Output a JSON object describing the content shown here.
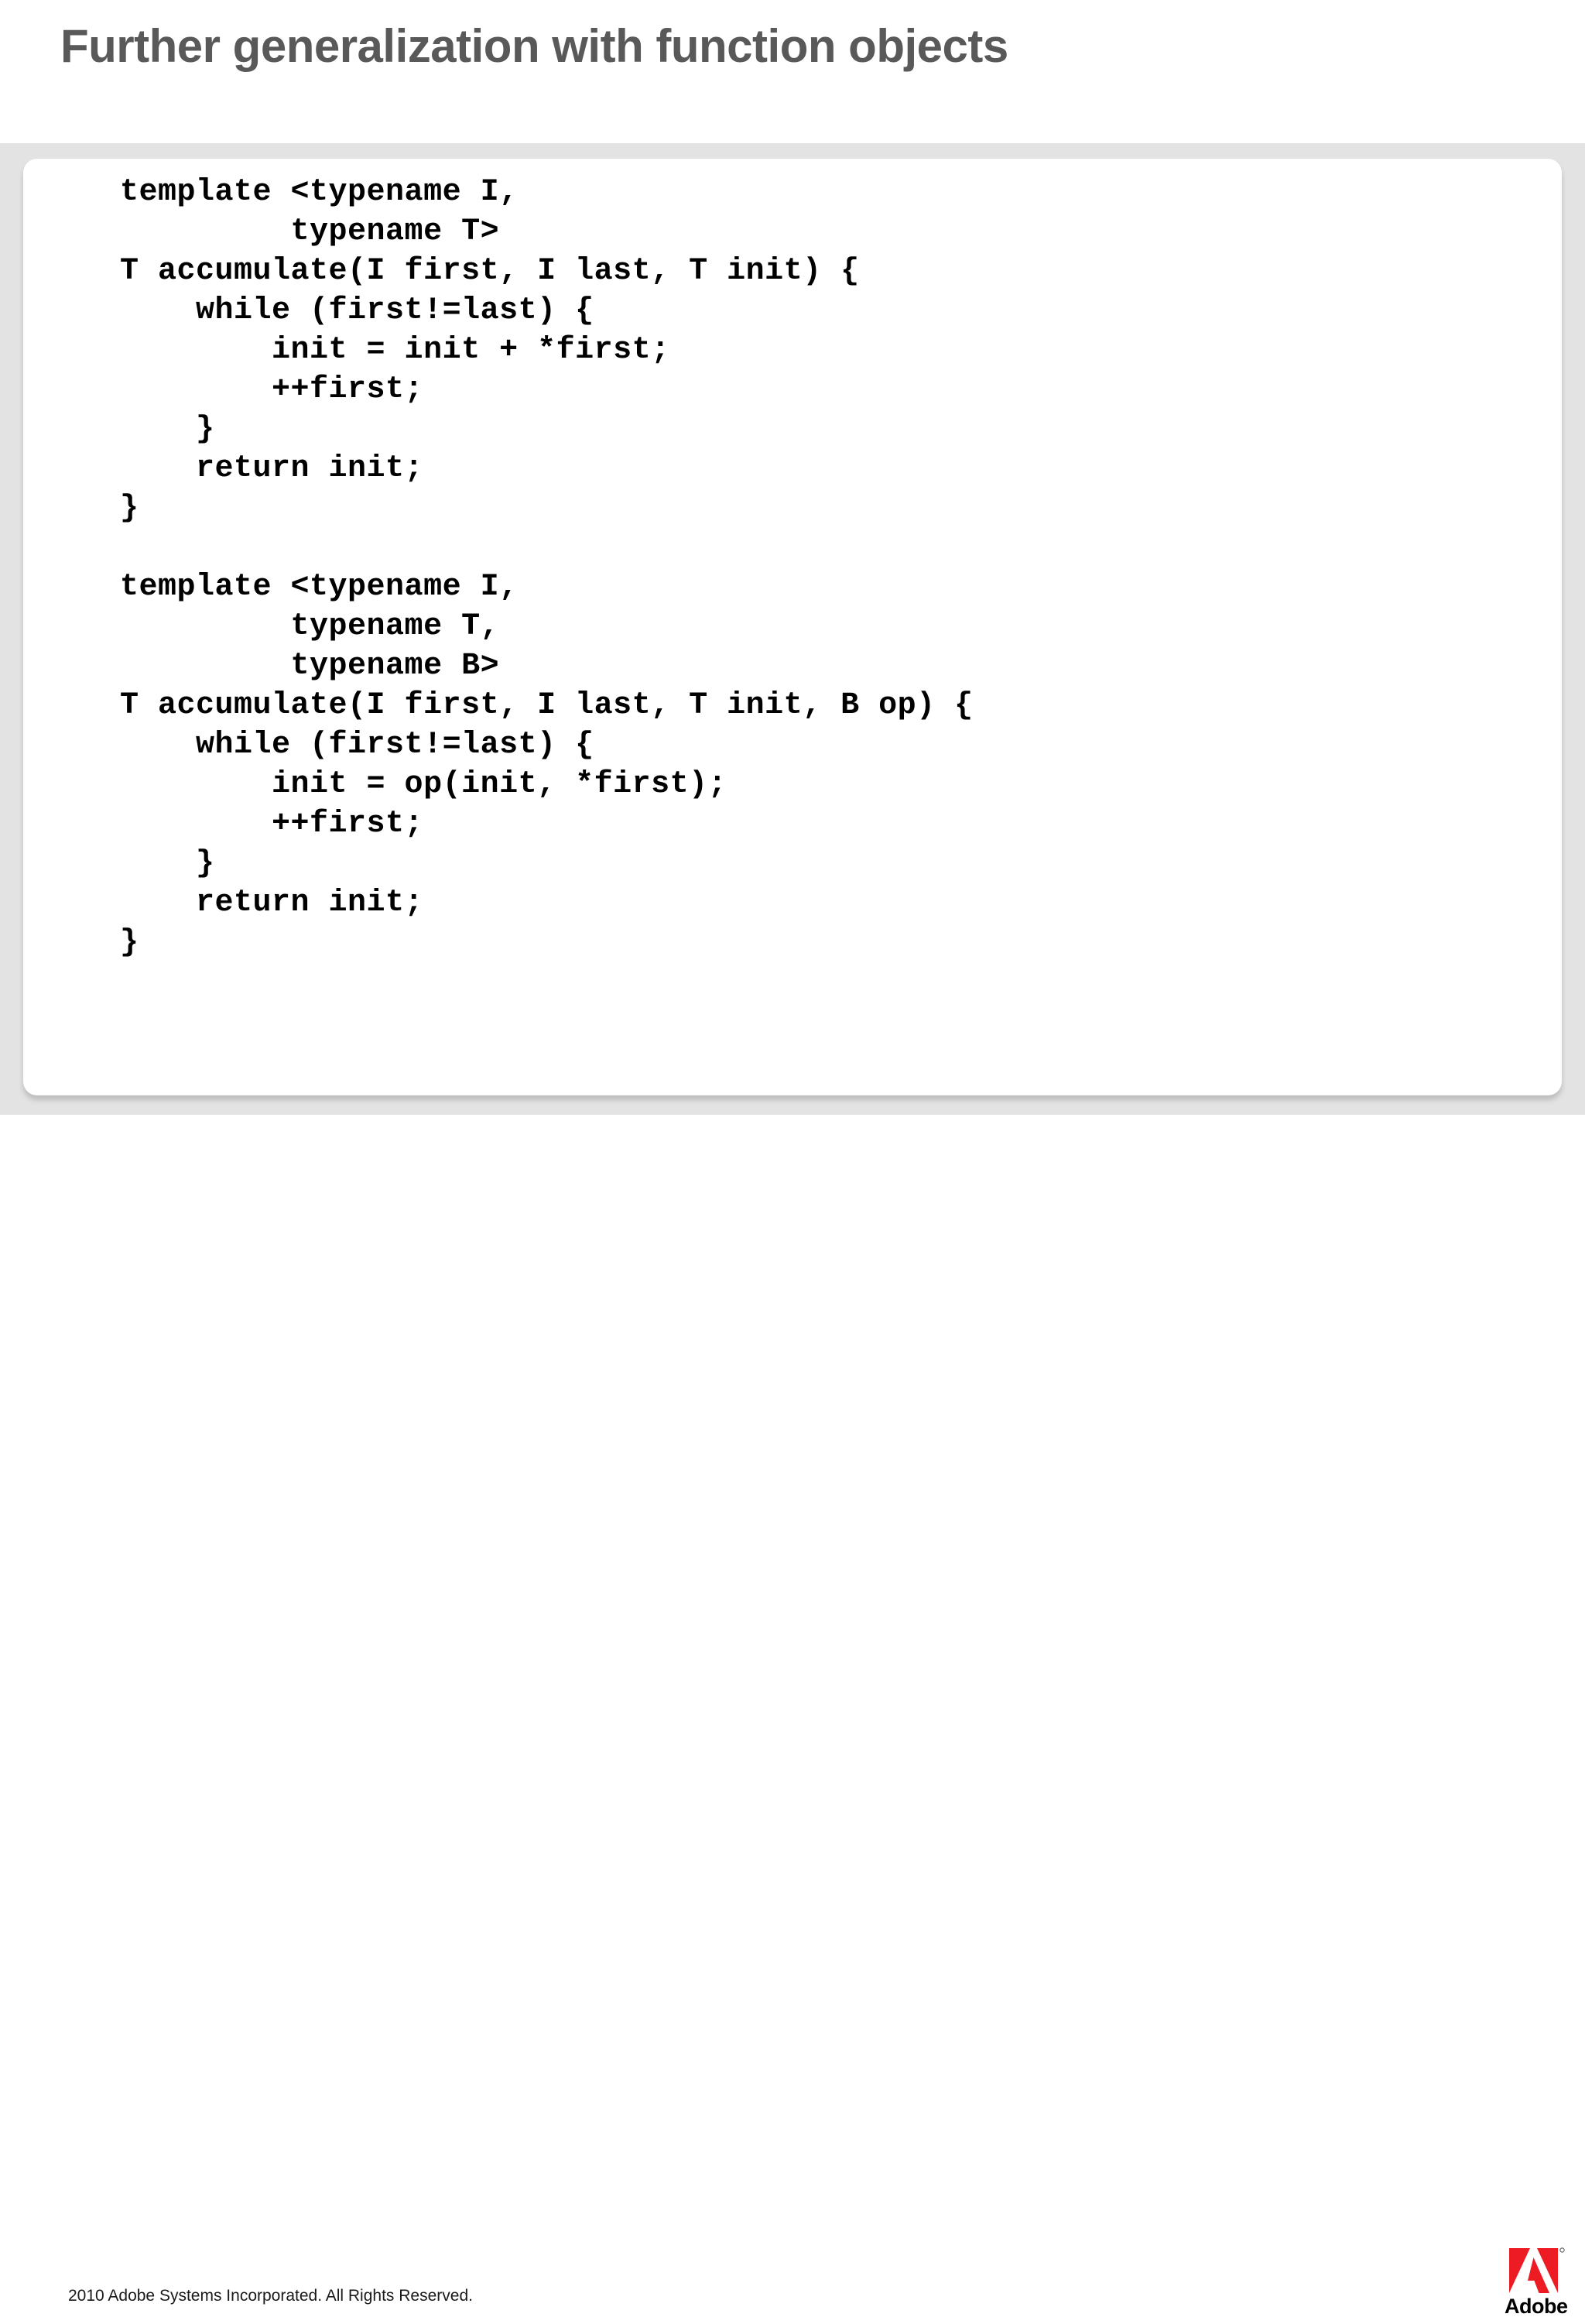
{
  "slide": {
    "title": "Further generalization with function objects",
    "title_color": "#595959",
    "background_color": "#ffffff",
    "band_color": "#e3e3e3",
    "card_color": "#ffffff"
  },
  "code": {
    "language": "cpp",
    "text": "template <typename I,\n         typename T>\nT accumulate(I first, I last, T init) {\n    while (first!=last) {\n        init = init + *first;\n        ++first;\n    }\n    return init;\n}\n\ntemplate <typename I,\n         typename T,\n         typename B>\nT accumulate(I first, I last, T init, B op) {\n    while (first!=last) {\n        init = op(init, *first);\n        ++first;\n    }\n    return init;\n}",
    "lines": [
      "template <typename I,",
      "         typename T>",
      "T accumulate(I first, I last, T init) {",
      "    while (first!=last) {",
      "        init = init + *first;",
      "        ++first;",
      "    }",
      "    return init;",
      "}",
      "",
      "template <typename I,",
      "         typename T,",
      "         typename B>",
      "T accumulate(I first, I last, T init, B op) {",
      "    while (first!=last) {",
      "        init = op(init, *first);",
      "        ++first;",
      "    }",
      "    return init;",
      "}"
    ]
  },
  "footer": {
    "copyright": "2010 Adobe Systems Incorporated.  All Rights Reserved.",
    "logo": {
      "icon": "adobe-a-icon",
      "wordmark": "Adobe",
      "trademark": "®",
      "red": "#ED1C24",
      "wordmark_color": "#000000"
    }
  }
}
